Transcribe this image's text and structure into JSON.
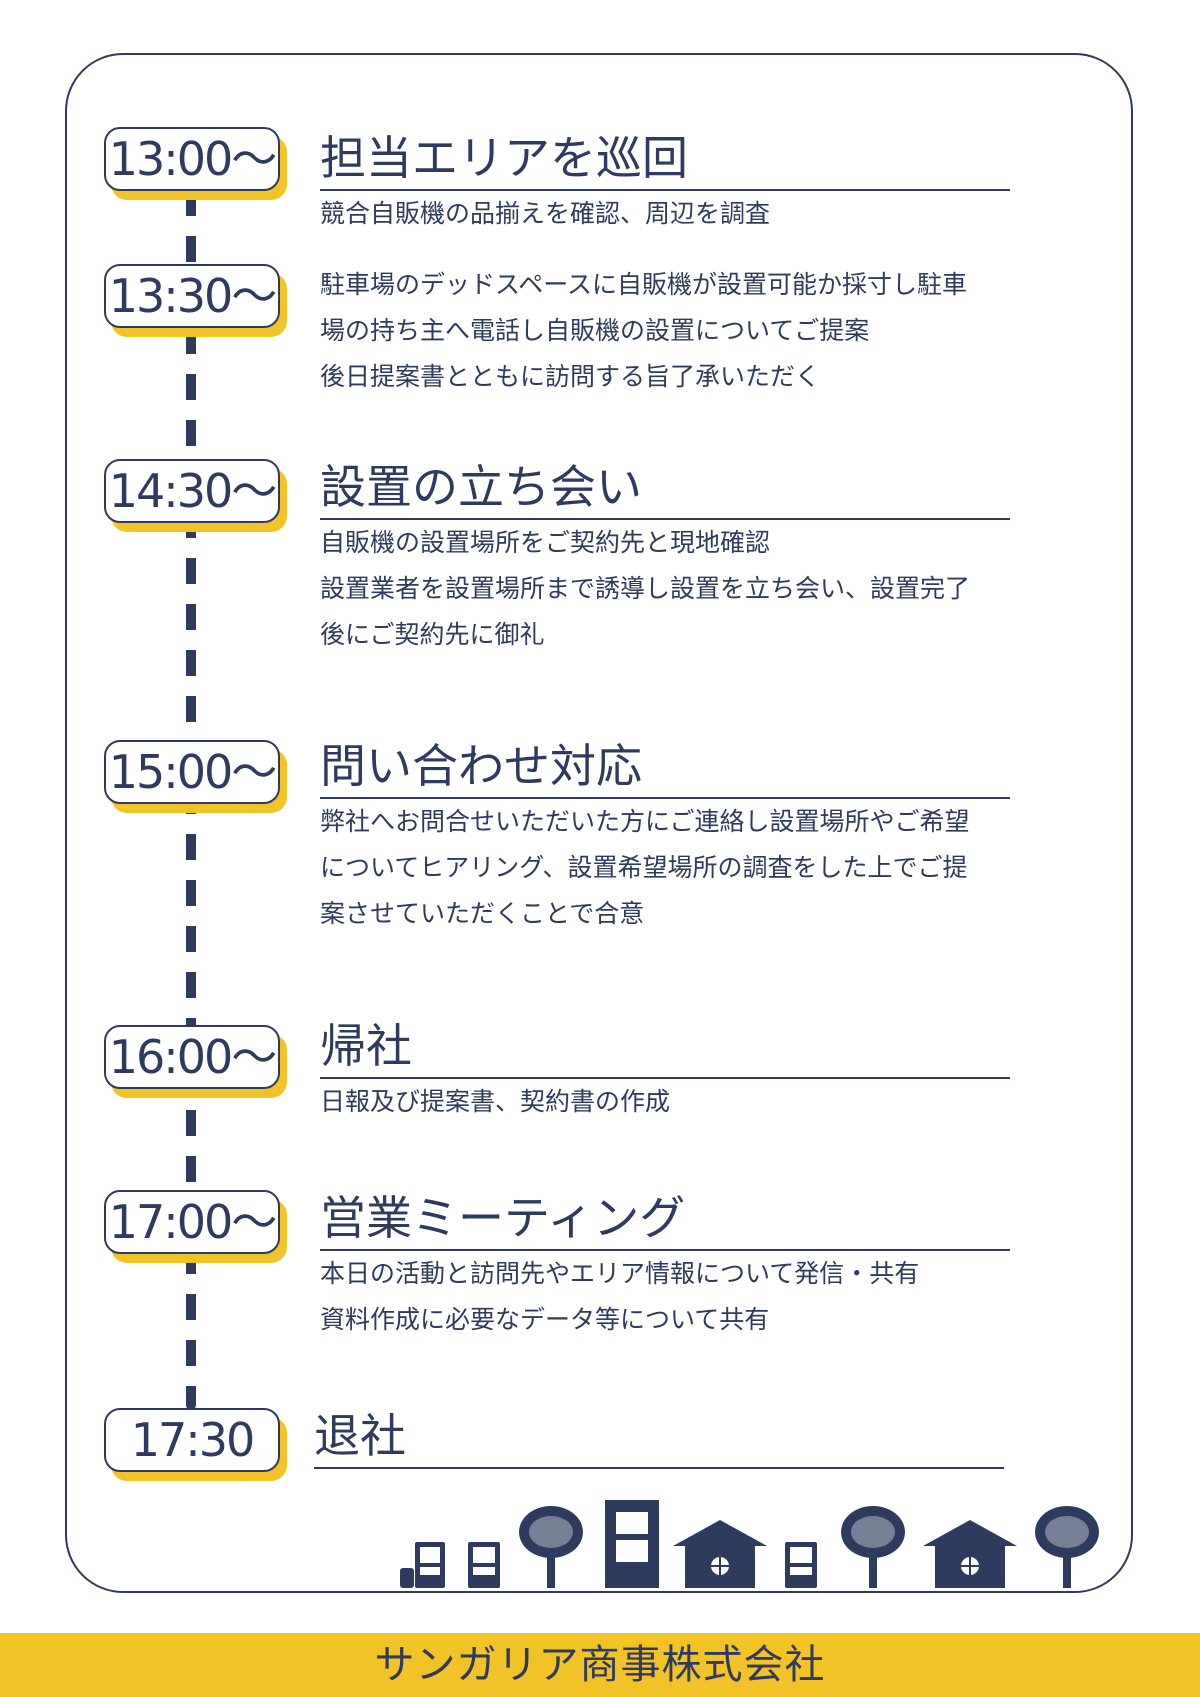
{
  "schedule": [
    {
      "time": "13:00〜",
      "title": "担当エリアを巡回",
      "lines": [
        "競合自販機の品揃えを確認、周辺を調査"
      ]
    },
    {
      "time": "13:30〜",
      "title": "",
      "lines": [
        "駐車場のデッドスペースに自販機が設置可能か採寸し駐車",
        "場の持ち主へ電話し自販機の設置についてご提案",
        "後日提案書とともに訪問する旨了承いただく"
      ]
    },
    {
      "time": "14:30〜",
      "title": "設置の立ち会い",
      "lines": [
        "自販機の設置場所をご契約先と現地確認",
        "設置業者を設置場所まで誘導し設置を立ち会い、設置完了",
        "後にご契約先に御礼"
      ]
    },
    {
      "time": "15:00〜",
      "title": "問い合わせ対応",
      "lines": [
        "弊社へお問合せいただいた方にご連絡し設置場所やご希望",
        "についてヒアリング、設置希望場所の調査をした上でご提",
        "案させていただくことで合意"
      ]
    },
    {
      "time": "16:00〜",
      "title": "帰社",
      "lines": [
        "日報及び提案書、契約書の作成"
      ]
    },
    {
      "time": "17:00〜",
      "title": "営業ミーティング",
      "lines": [
        "本日の活動と訪問先やエリア情報について発信・共有",
        "資料作成に必要なデータ等について共有"
      ]
    },
    {
      "time": "17:30",
      "title": "退社",
      "lines": []
    }
  ],
  "footer": {
    "company": "サンガリア商事株式会社"
  },
  "colors": {
    "navy": "#2e3b5e",
    "accent": "#f2c327"
  },
  "icons": [
    "vending-machine-icon",
    "tree-icon",
    "building-icon",
    "house-icon"
  ]
}
